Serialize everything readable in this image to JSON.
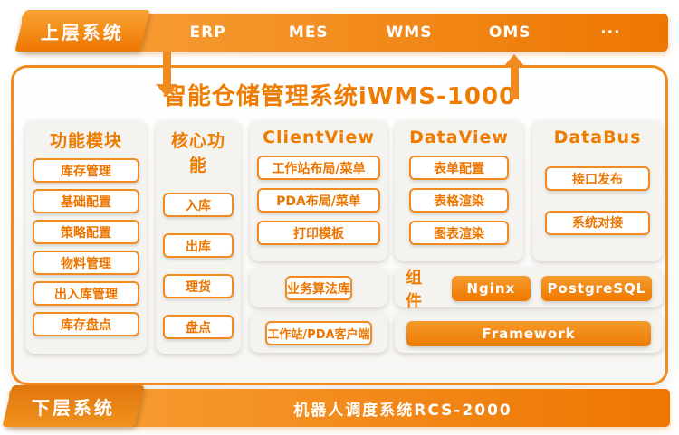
{
  "colors": {
    "orange": "#ee7c00",
    "orange_light": "#f8a33c",
    "border_orange": "#f28b1f",
    "panel_gray": "#f4f3f0",
    "white": "#ffffff"
  },
  "top_bar": {
    "badge": "上层系统",
    "tabs": [
      "ERP",
      "MES",
      "WMS",
      "OMS",
      "···"
    ]
  },
  "diagram": {
    "title": "智能仓储管理系统iWMS-1000",
    "col_function": {
      "title": "功能模块",
      "items": [
        "库存管理",
        "基础配置",
        "策略配置",
        "物料管理",
        "出入库管理",
        "库存盘点"
      ]
    },
    "col_core": {
      "title": "核心功能",
      "items": [
        "入库",
        "出库",
        "理货",
        "盘点"
      ]
    },
    "col_clientview": {
      "title": "ClientView",
      "items": [
        "工作站布局/菜单",
        "PDA布局/菜单",
        "打印模板"
      ]
    },
    "algorithm_lib": "业务算法库",
    "client_app": "工作站/PDA客户端",
    "col_dataview": {
      "title": "DataView",
      "items": [
        "表单配置",
        "表格渲染",
        "图表渲染"
      ]
    },
    "col_databus": {
      "title": "DataBus",
      "items": [
        "接口发布",
        "系统对接"
      ]
    },
    "components": {
      "label": "组件",
      "items": [
        "Nginx",
        "PostgreSQL"
      ]
    },
    "framework": "Framework"
  },
  "bottom_bar": {
    "badge": "下层系统",
    "label": "机器人调度系统RCS-2000"
  }
}
